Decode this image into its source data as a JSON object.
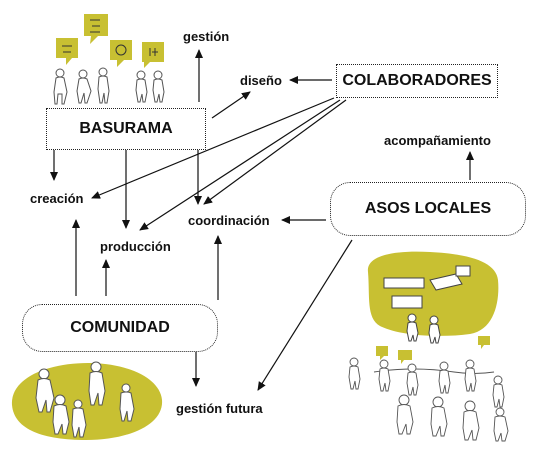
{
  "nodes": {
    "basurama": "BASURAMA",
    "colaboradores": "COLABORADORES",
    "asos_locales": "ASOS LOCALES",
    "comunidad": "COMUNIDAD"
  },
  "labels": {
    "gestion": "gestión",
    "diseno": "diseño",
    "acompanamiento": "acompañamiento",
    "creacion": "creación",
    "coordinacion": "coordinación",
    "produccion": "producción",
    "gestion_futura": "gestión futura"
  },
  "colors": {
    "accent": "#c8c032",
    "ink": "#111111"
  }
}
